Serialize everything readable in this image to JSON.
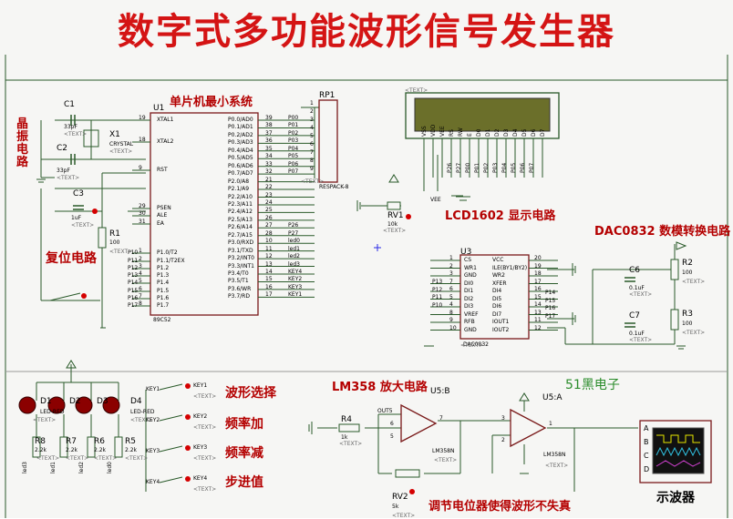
{
  "title": "数字式多功能波形信号发生器",
  "text_tag": "<TEXT>",
  "sections": {
    "mcu": "单片机最小系统",
    "crystal": "晶振电路",
    "reset": "复位电路",
    "lcd": "LCD1602 显示电路",
    "dac": "DAC0832 数模转换电路",
    "amp": "LM358 放大电路",
    "pot_note": "调节电位器使得波形不失真",
    "scope": "示波器",
    "brand": "51黑电子"
  },
  "keys": {
    "k1": "波形选择",
    "k2": "频率加",
    "k3": "频率减",
    "k4": "步进值"
  },
  "components": {
    "c1": "C1",
    "c1v": "33pF",
    "c2": "C2",
    "c2v": "33pF",
    "x1": "X1",
    "x1v": "CRYSTAL",
    "c3": "C3",
    "c3v": "1uF",
    "r1": "R1",
    "r1v": "100",
    "u1": "U1",
    "u1v": "89C52",
    "rp1": "RP1",
    "rp1v": "RESPACK-8",
    "rv1": "RV1",
    "rv1v": "10k",
    "u3": "U3",
    "u3v": "DAC0832",
    "c6": "C6",
    "c6v": "0.1uF",
    "c7": "C7",
    "c7v": "0.1uF",
    "r2": "R2",
    "r2v": "100",
    "r3": "R3",
    "r3v": "100",
    "r4": "R4",
    "r4v": "1k",
    "rv2": "RV2",
    "rv2v": "5k",
    "u5b": "U5:B",
    "u5a": "U5:A",
    "u5v": "LM358N",
    "d1": "D1",
    "d2": "D2",
    "d3": "D3",
    "d4": "D4",
    "dv": "LED-RED",
    "r8": "R8",
    "r7": "R7",
    "r6": "R6",
    "r5": "R5",
    "rv": "2.2k",
    "key1": "KEY1",
    "key2": "KEY2",
    "key3": "KEY3",
    "key4": "KEY4",
    "out5": "OUT5"
  },
  "u1_left_pins": [
    {
      "n": "19",
      "name": "XTAL1"
    },
    {
      "n": "18",
      "name": "XTAL2"
    },
    {
      "n": "9",
      "name": "RST"
    },
    {
      "n": "29",
      "name": "PSEN"
    },
    {
      "n": "30",
      "name": "ALE"
    },
    {
      "n": "31",
      "name": "EA"
    },
    {
      "n": "1",
      "name": "P1.0/T2"
    },
    {
      "n": "2",
      "name": "P1.1/T2EX"
    },
    {
      "n": "3",
      "name": "P1.2"
    },
    {
      "n": "4",
      "name": "P1.3"
    },
    {
      "n": "5",
      "name": "P1.4"
    },
    {
      "n": "6",
      "name": "P1.5"
    },
    {
      "n": "7",
      "name": "P1.6"
    },
    {
      "n": "8",
      "name": "P1.7"
    }
  ],
  "u1_left_nets": [
    "P10",
    "P11",
    "P12",
    "P13",
    "P14",
    "P15",
    "P16",
    "P17"
  ],
  "u1_right_pins": [
    {
      "n": "39",
      "name": "P0.0/AD0",
      "net": "P00"
    },
    {
      "n": "38",
      "name": "P0.1/AD1",
      "net": "P01"
    },
    {
      "n": "37",
      "name": "P0.2/AD2",
      "net": "P02"
    },
    {
      "n": "36",
      "name": "P0.3/AD3",
      "net": "P03"
    },
    {
      "n": "35",
      "name": "P0.4/AD4",
      "net": "P04"
    },
    {
      "n": "34",
      "name": "P0.5/AD5",
      "net": "P05"
    },
    {
      "n": "33",
      "name": "P0.6/AD6",
      "net": "P06"
    },
    {
      "n": "32",
      "name": "P0.7/AD7",
      "net": "P07"
    },
    {
      "n": "21",
      "name": "P2.0/A8",
      "net": ""
    },
    {
      "n": "22",
      "name": "P2.1/A9",
      "net": ""
    },
    {
      "n": "23",
      "name": "P2.2/A10",
      "net": ""
    },
    {
      "n": "24",
      "name": "P2.3/A11",
      "net": ""
    },
    {
      "n": "25",
      "name": "P2.4/A12",
      "net": ""
    },
    {
      "n": "26",
      "name": "P2.5/A13",
      "net": ""
    },
    {
      "n": "27",
      "name": "P2.6/A14",
      "net": "P26"
    },
    {
      "n": "28",
      "name": "P2.7/A15",
      "net": "P27"
    },
    {
      "n": "10",
      "name": "P3.0/RXD",
      "net": "led0"
    },
    {
      "n": "11",
      "name": "P3.1/TXD",
      "net": "led1"
    },
    {
      "n": "12",
      "name": "P3.2/INT0",
      "net": "led2"
    },
    {
      "n": "13",
      "name": "P3.3/INT1",
      "net": "led3"
    },
    {
      "n": "14",
      "name": "P3.4/T0",
      "net": "KEY4"
    },
    {
      "n": "15",
      "name": "P3.5/T1",
      "net": "KEY2"
    },
    {
      "n": "16",
      "name": "P3.6/WR",
      "net": "KEY3"
    },
    {
      "n": "17",
      "name": "P3.7/RD",
      "net": "KEY1"
    }
  ],
  "lcd_pins": [
    "VSS",
    "VDD",
    "VEE",
    "RS",
    "RW",
    "E",
    "D0",
    "D1",
    "D2",
    "D3",
    "D4",
    "D5",
    "D6",
    "D7"
  ],
  "lcd_nets": [
    "P26",
    "P27",
    "P00",
    "P01",
    "P02",
    "P03",
    "P04",
    "P05",
    "P06",
    "P07"
  ],
  "vee": "VEE",
  "u3_left": [
    {
      "n": "1",
      "name": "CS"
    },
    {
      "n": "2",
      "name": "WR1"
    },
    {
      "n": "3",
      "name": "GND"
    },
    {
      "n": "7",
      "name": "DI0"
    },
    {
      "n": "6",
      "name": "DI1"
    },
    {
      "n": "5",
      "name": "DI2"
    },
    {
      "n": "4",
      "name": "DI3"
    },
    {
      "n": "8",
      "name": "VREF"
    },
    {
      "n": "9",
      "name": "RFB"
    },
    {
      "n": "10",
      "name": "GND"
    }
  ],
  "u3_left_nets": [
    "P13",
    "P12",
    "P11",
    "P10"
  ],
  "u3_right": [
    {
      "n": "20",
      "name": "VCC"
    },
    {
      "n": "19",
      "name": "ILE(BY1/BY2)"
    },
    {
      "n": "18",
      "name": "WR2"
    },
    {
      "n": "17",
      "name": "XFER"
    },
    {
      "n": "16",
      "name": "DI4"
    },
    {
      "n": "15",
      "name": "DI5"
    },
    {
      "n": "14",
      "name": "DI6"
    },
    {
      "n": "13",
      "name": "DI7"
    },
    {
      "n": "11",
      "name": "IOUT1"
    },
    {
      "n": "12",
      "name": "IOUT2"
    }
  ],
  "u3_right_nets": [
    "P14",
    "P15",
    "P16",
    "P17"
  ],
  "led_nets": [
    "led3",
    "led1",
    "led2",
    "led0"
  ],
  "key_nets": [
    "KEY1",
    "KEY2",
    "KEY3",
    "KEY4"
  ],
  "scope_ports": [
    "A",
    "B",
    "C",
    "D"
  ],
  "amp_pins": {
    "b_in_minus": "6",
    "b_in_plus": "5",
    "b_out": "7",
    "a_in_plus": "3",
    "a_in_minus": "2",
    "a_out": "1"
  }
}
